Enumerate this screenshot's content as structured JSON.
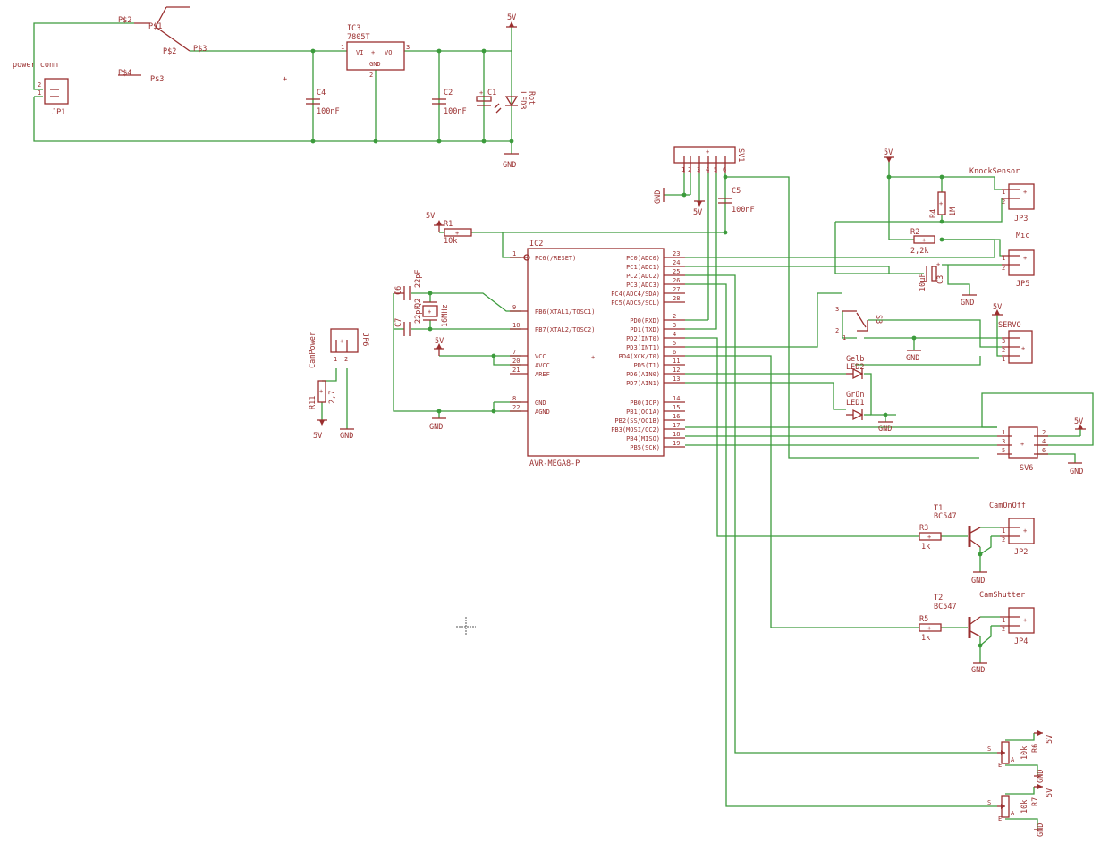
{
  "colors": {
    "wire": "#3c9b3c",
    "part": "#9a2f2f",
    "background": "#ffffff"
  },
  "power_conn": {
    "name": "power conn",
    "jp1": "JP1",
    "pin1": "1",
    "pin2": "2",
    "s1": "P$2",
    "s2": "P$1",
    "s3": "P$2",
    "s4": "P$3",
    "s5": "P$4",
    "s6": "P$3"
  },
  "regulator": {
    "name": "IC3",
    "value": "7805T",
    "vi": "VI",
    "vo": "VO",
    "gnd": "GND",
    "pin1": "1",
    "pin2": "2",
    "pin3": "3"
  },
  "caps": {
    "c1": {
      "name": "C1"
    },
    "c2": {
      "name": "C2",
      "value": "100nF"
    },
    "c3": {
      "name": "C3",
      "value": "10µF"
    },
    "c4": {
      "name": "C4",
      "value": "100nF"
    },
    "c5": {
      "name": "C5",
      "value": "100nF"
    },
    "c6": {
      "name": "C6",
      "value": "22pF"
    },
    "c7": {
      "name": "C7",
      "value": "22pF"
    }
  },
  "led3": {
    "name": "LED3",
    "value": "Rot"
  },
  "supply": {
    "v5": "5V",
    "gnd": "GND"
  },
  "sv1": {
    "name": "SV1",
    "pins": [
      "1",
      "2",
      "3",
      "4",
      "5",
      "6"
    ]
  },
  "r1": {
    "name": "R1",
    "value": "10k"
  },
  "r2": {
    "name": "R2",
    "value": "2,2k"
  },
  "r3": {
    "name": "R3",
    "value": "1k"
  },
  "r4": {
    "name": "R4",
    "value": "1M"
  },
  "r5": {
    "name": "R5",
    "value": "1k"
  },
  "r6": {
    "name": "R6",
    "value": "10k"
  },
  "r7": {
    "name": "R7",
    "value": "10k"
  },
  "r11": {
    "name": "R11",
    "value": "2,7"
  },
  "quartz": {
    "name": "Q2",
    "value": "16MHz"
  },
  "mcu": {
    "name": "IC2",
    "value": "AVR-MEGA8-P",
    "left_pins": [
      {
        "num": "1",
        "label": "PC6(/RESET)"
      },
      {
        "num": "9",
        "label": "PB6(XTAL1/TOSC1)"
      },
      {
        "num": "10",
        "label": "PB7(XTAL2/TOSC2)"
      },
      {
        "num": "7",
        "label": "VCC"
      },
      {
        "num": "20",
        "label": "AVCC"
      },
      {
        "num": "21",
        "label": "AREF"
      },
      {
        "num": "8",
        "label": "GND"
      },
      {
        "num": "22",
        "label": "AGND"
      }
    ],
    "right_pins": [
      {
        "num": "23",
        "label": "PC0(ADC0)"
      },
      {
        "num": "24",
        "label": "PC1(ADC1)"
      },
      {
        "num": "25",
        "label": "PC2(ADC2)"
      },
      {
        "num": "26",
        "label": "PC3(ADC3)"
      },
      {
        "num": "27",
        "label": "PC4(ADC4/SDA)"
      },
      {
        "num": "28",
        "label": "PC5(ADC5/SCL)"
      },
      {
        "num": "2",
        "label": "PD0(RXD)"
      },
      {
        "num": "3",
        "label": "PD1(TXD)"
      },
      {
        "num": "4",
        "label": "PD2(INT0)"
      },
      {
        "num": "5",
        "label": "PD3(INT1)"
      },
      {
        "num": "6",
        "label": "PD4(XCK/T0)"
      },
      {
        "num": "11",
        "label": "PD5(T1)"
      },
      {
        "num": "12",
        "label": "PD6(AIN0)"
      },
      {
        "num": "13",
        "label": "PD7(AIN1)"
      },
      {
        "num": "14",
        "label": "PB0(ICP)"
      },
      {
        "num": "15",
        "label": "PB1(OC1A)"
      },
      {
        "num": "16",
        "label": "PB2(SS/OC1B)"
      },
      {
        "num": "17",
        "label": "PB3(MOSI/OC2)"
      },
      {
        "num": "18",
        "label": "PB4(MISO)"
      },
      {
        "num": "19",
        "label": "PB5(SCK)"
      }
    ]
  },
  "knock": {
    "name": "KnockSensor",
    "jp": "JP3"
  },
  "mic": {
    "name": "Mic",
    "jp": "JP5"
  },
  "s3": {
    "name": "S3",
    "pin1": "1",
    "pin2": "2",
    "pin3": "3"
  },
  "servo": {
    "name": "SERVO",
    "pins": [
      "3",
      "2",
      "1"
    ]
  },
  "led2": {
    "name": "LED2",
    "value": "Gelb"
  },
  "led1": {
    "name": "LED1",
    "value": "Grün"
  },
  "sv6": {
    "name": "SV6",
    "left": [
      "1",
      "3",
      "5"
    ],
    "right": [
      "2",
      "4",
      "6"
    ]
  },
  "campower": {
    "name": "CamPower",
    "jp": "JP6",
    "pin1": "1",
    "pin2": "2"
  },
  "t1": {
    "name": "T1",
    "value": "BC547"
  },
  "t2": {
    "name": "T2",
    "value": "BC547"
  },
  "camonoff": {
    "name": "CamOnOff",
    "jp": "JP2"
  },
  "camshutter": {
    "name": "CamShutter",
    "jp": "JP4"
  },
  "pot": {
    "s": "S",
    "e": "E",
    "a": "A"
  },
  "conn_pins": {
    "p1": "1",
    "p2": "2"
  }
}
